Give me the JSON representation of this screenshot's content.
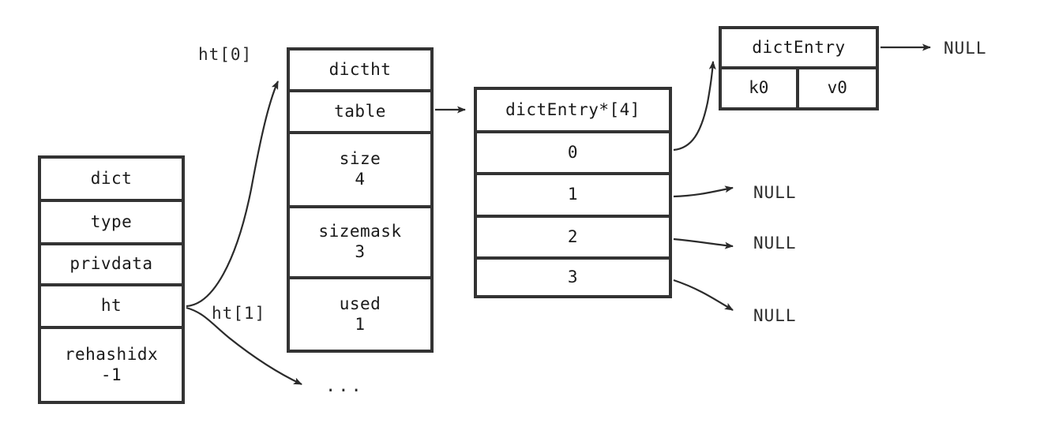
{
  "diagram": {
    "title": "redis dict structure",
    "stroke_color": "#333333",
    "text_color": "#2b2b2b",
    "background": "#ffffff"
  },
  "dict_struct": {
    "name": "dict",
    "fields": [
      {
        "label": "dict",
        "value": ""
      },
      {
        "label": "type",
        "value": ""
      },
      {
        "label": "privdata",
        "value": ""
      },
      {
        "label": "ht",
        "value": ""
      },
      {
        "label": "rehashidx",
        "value": "-1"
      }
    ]
  },
  "dictht_struct": {
    "name": "dictht",
    "fields": [
      {
        "label": "dictht",
        "value": ""
      },
      {
        "label": "table",
        "value": ""
      },
      {
        "label": "size",
        "value": "4"
      },
      {
        "label": "sizemask",
        "value": "3"
      },
      {
        "label": "used",
        "value": "1"
      }
    ]
  },
  "table_array": {
    "header": "dictEntry*[4]",
    "slots": [
      "0",
      "1",
      "2",
      "3"
    ]
  },
  "dict_entry": {
    "header": "dictEntry",
    "key": "k0",
    "value": "v0",
    "next": "NULL"
  },
  "pointer_labels": {
    "ht0": "ht[0]",
    "ht1": "ht[1]",
    "ellipsis": "..."
  },
  "null_labels": {
    "slot1": "NULL",
    "slot2": "NULL",
    "slot3": "NULL"
  }
}
